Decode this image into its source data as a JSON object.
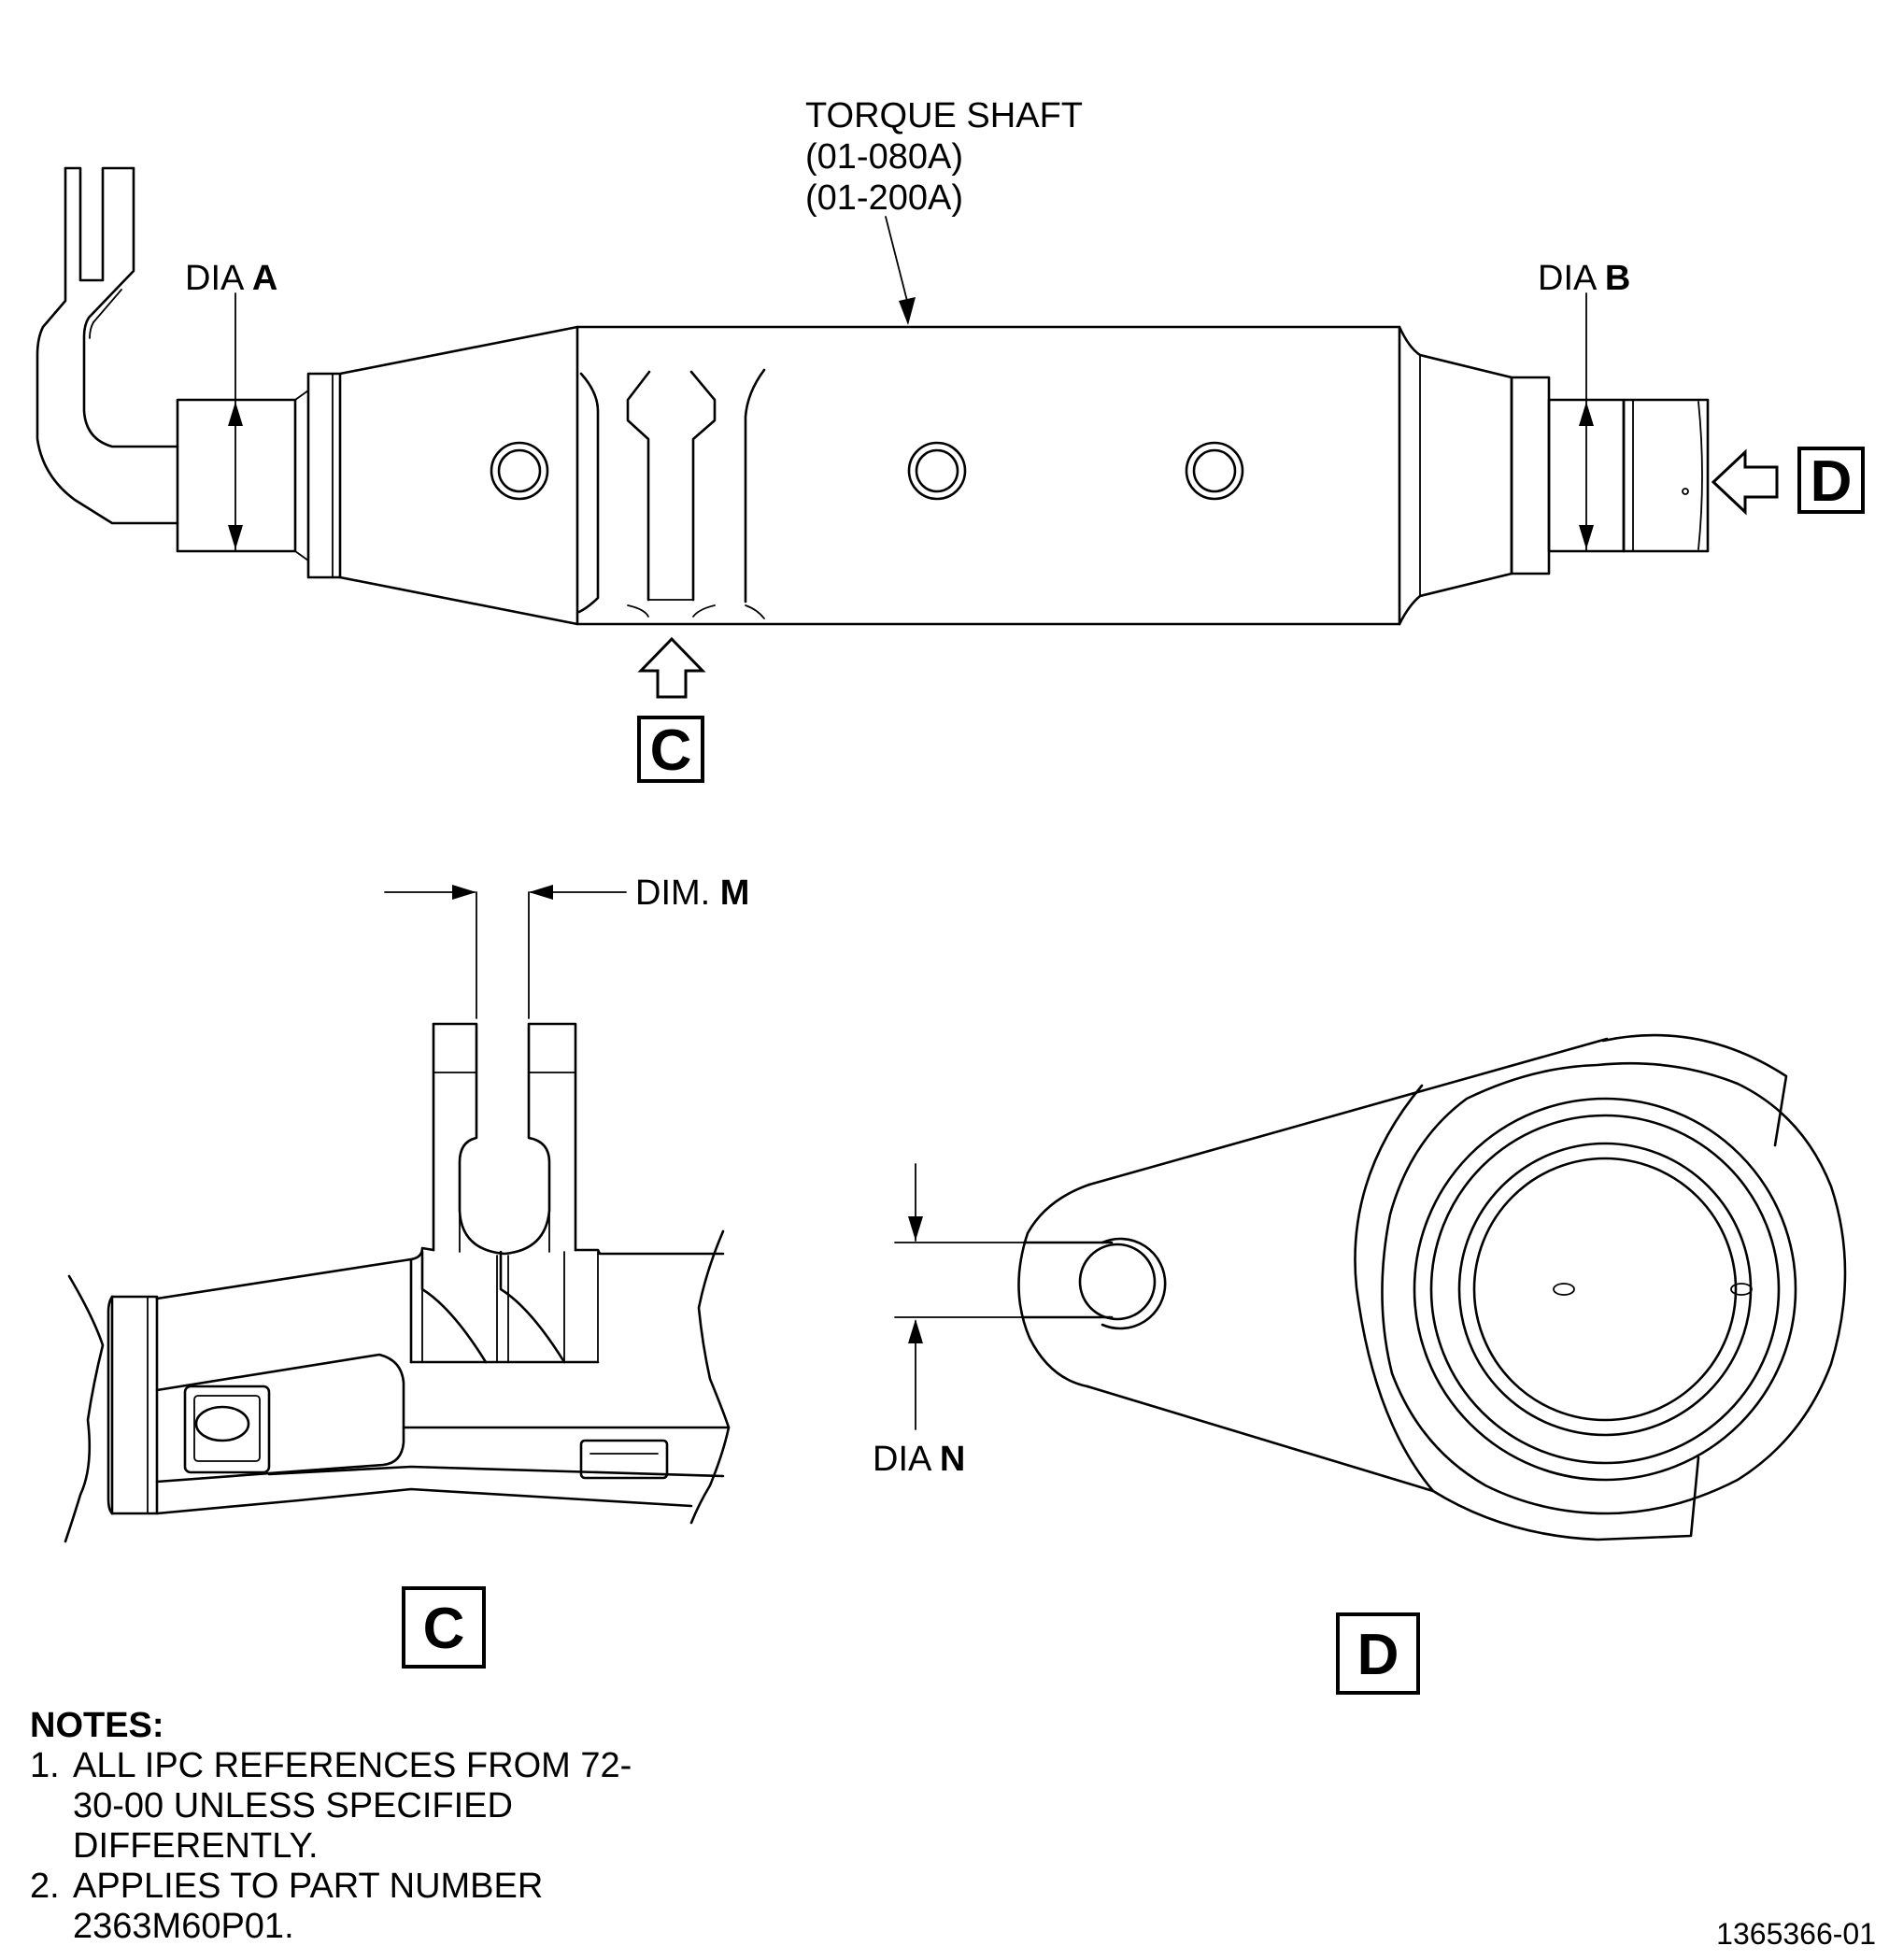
{
  "callouts": {
    "part_name": "TORQUE SHAFT",
    "ref_1": "(01-080A)",
    "ref_2": "(01-200A)",
    "dia_prefix": "DIA",
    "dim_prefix": "DIM.",
    "dia_a": "A",
    "dia_b": "B",
    "dim_m": "M",
    "dia_n": "N"
  },
  "view_letters": {
    "c": "C",
    "d": "D"
  },
  "notes": {
    "title": "NOTES:",
    "items": [
      {
        "num": "1.",
        "text": "ALL IPC REFERENCES FROM 72-30-00 UNLESS SPECIFIED DIFFERENTLY."
      },
      {
        "num": "2.",
        "text": "APPLIES TO PART NUMBER 2363M60P01."
      }
    ]
  },
  "figure_number": "1365366-01"
}
